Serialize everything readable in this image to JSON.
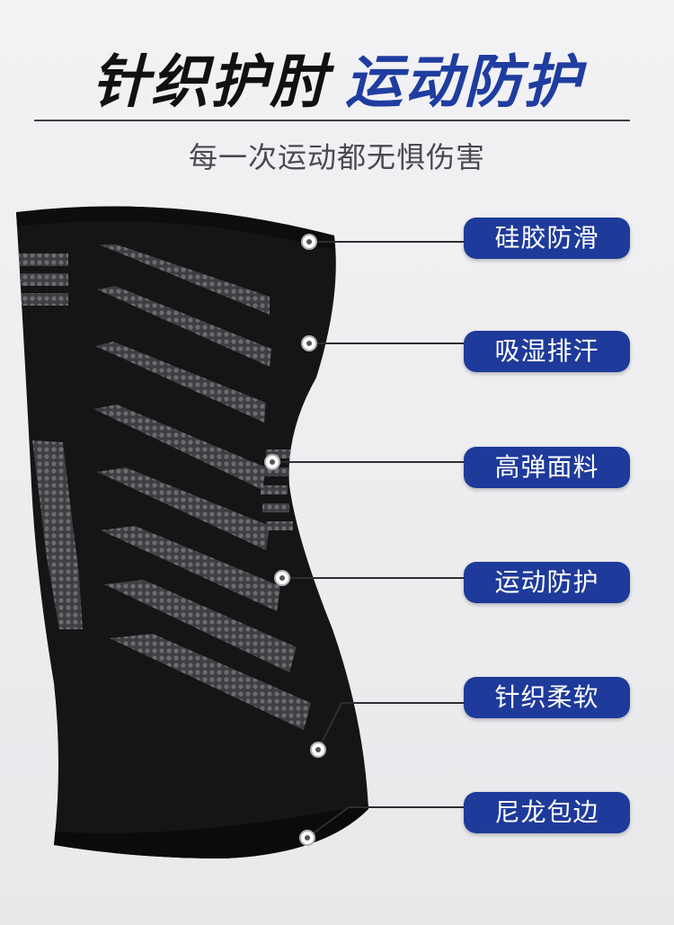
{
  "header": {
    "title_main": "针织护肘",
    "title_accent": "运动防护",
    "subtitle": "每一次运动都无惧伤害"
  },
  "features": [
    {
      "label": "硅胶防滑"
    },
    {
      "label": "吸湿排汗"
    },
    {
      "label": "高弹面料"
    },
    {
      "label": "运动防护"
    },
    {
      "label": "针织柔软"
    },
    {
      "label": "尼龙包边"
    }
  ],
  "colors": {
    "accent": "#1e3a9a",
    "title_dark": "#111111",
    "sleeve": "#141414",
    "knit_stripe": "#5a5a5f"
  }
}
